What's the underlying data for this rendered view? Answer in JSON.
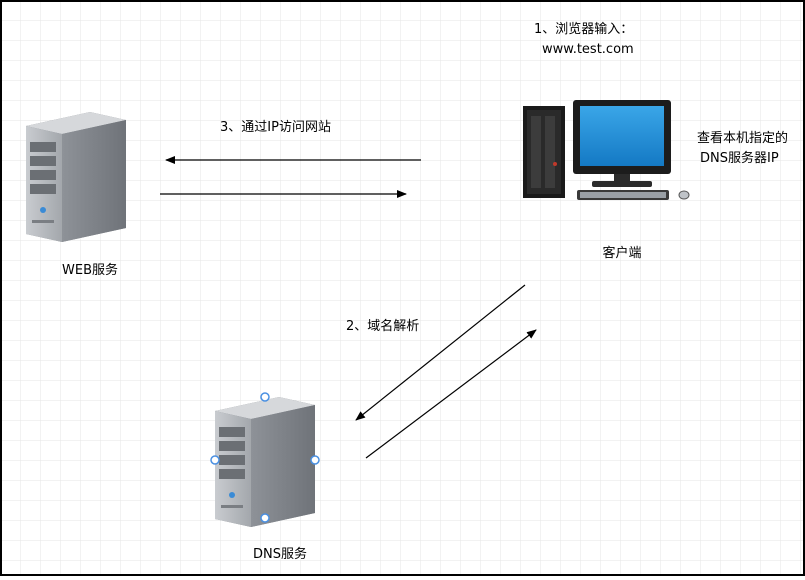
{
  "diagram": {
    "step1_line1": "1、浏览器输入：",
    "step1_line2": "www.test.com",
    "step2": "2、域名解析",
    "step3": "3、通过IP访问网站",
    "note_line1": "查看本机指定的",
    "note_line2": "DNS服务器IP",
    "web_server_label": "WEB服务",
    "dns_server_label": "DNS服务",
    "client_label": "客户端"
  },
  "colors": {
    "grid": "#e6e6e6",
    "frame": "#000000",
    "arrow": "#000000",
    "server_body": "#9a9ea3",
    "monitor_screen": "#1e90d8",
    "selection_handle": "#4a90e2"
  }
}
